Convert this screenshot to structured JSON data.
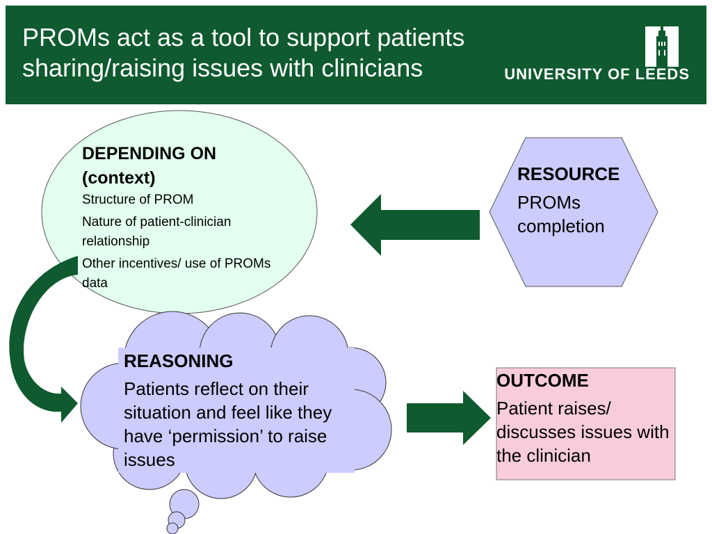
{
  "slide": {
    "title_line1": "PROMs act as a tool to support patients",
    "title_line2": "sharing/raising issues with clinicians",
    "logo_text": "UNIVERSITY OF LEEDS"
  },
  "context": {
    "heading_line1": "DEPENDING ON",
    "heading_line2": "(context)",
    "items": [
      "Structure of PROM",
      "Nature of patient-clinician relationship",
      "Other incentives/ use of PROMs data"
    ]
  },
  "resource": {
    "heading": "RESOURCE",
    "body": "PROMs completion"
  },
  "reasoning": {
    "heading": "REASONING",
    "body": "Patients reflect on their situation and feel like they have ‘permission’ to raise issues"
  },
  "outcome": {
    "heading": "OUTCOME",
    "body": "Patient raises/ discusses issues with the clinician"
  },
  "colors": {
    "header": "#0f5a2f",
    "arrow": "#0f5a2f",
    "context_fill": "#e2fff0",
    "resource_fill": "#ccccff",
    "reasoning_fill": "#ccccff",
    "outcome_fill": "#f8ccdc"
  }
}
